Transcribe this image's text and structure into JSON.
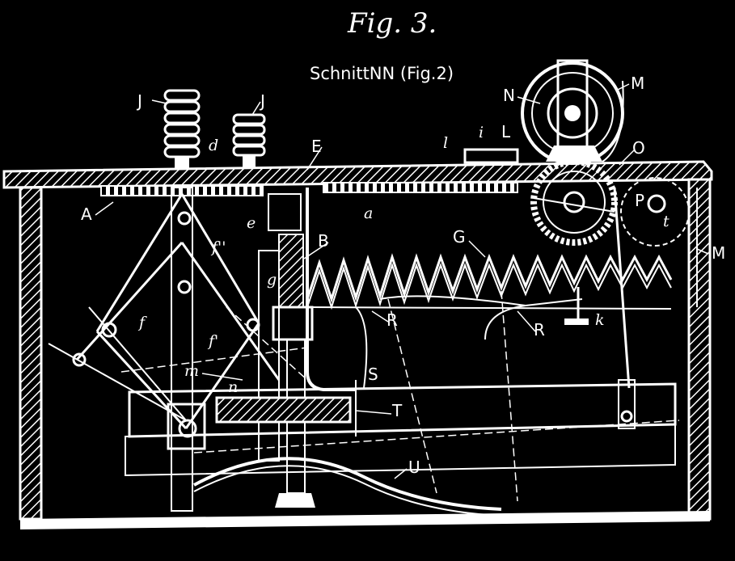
{
  "figure": {
    "title": "Fig. 3.",
    "subtitle": "SchnittNN (Fig.2)"
  },
  "labels": {
    "A": "A",
    "J_left": "J",
    "J_right": "J",
    "d": "d",
    "E": "E",
    "l": "l",
    "i": "i",
    "L": "L",
    "N": "N",
    "M_top": "M",
    "O": "O",
    "a": "a",
    "P": "P",
    "t": "t",
    "M_right": "M",
    "e": "e",
    "B": "B",
    "G": "G",
    "f2": "f''",
    "g": "g",
    "f": "f",
    "f1": "f'",
    "R_left": "R",
    "R_right": "R",
    "k": "k",
    "m": "m",
    "n": "n",
    "S": "S",
    "T": "T",
    "U": "U"
  },
  "colors": {
    "background": "#000000",
    "ink": "#ffffff"
  }
}
